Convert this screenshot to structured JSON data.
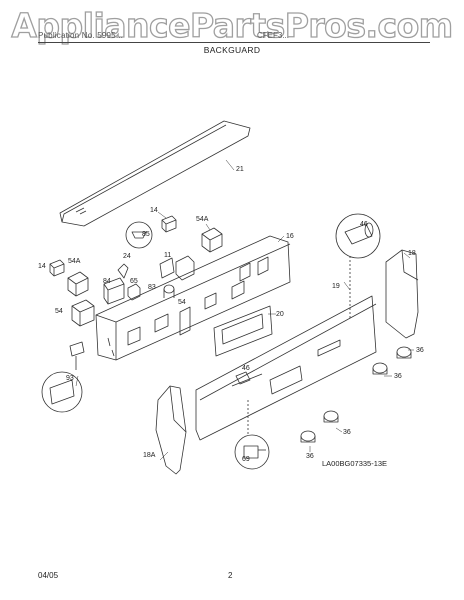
{
  "watermark": "AppliancePartsPros.com",
  "header": {
    "left": "Publication No. 5995...",
    "right": "CFEF3...",
    "section": "BACKGUARD"
  },
  "footer": {
    "date": "04/05",
    "page": "2"
  },
  "diagram_code": "LA00BG07335-13E",
  "callouts": {
    "c21": "21",
    "c14a": "14",
    "c54a_a": "54A",
    "c85": "85",
    "c16": "16",
    "c46a": "46",
    "c18": "18",
    "c14b": "14",
    "c54a_b": "54A",
    "c24": "24",
    "c11": "11",
    "c84": "84",
    "c65": "65",
    "c83": "83",
    "c54b": "54",
    "c54c": "54",
    "c19": "19",
    "c20": "20",
    "c46b": "46",
    "c93": "93",
    "c36a": "36",
    "c36b": "36",
    "c36c": "36",
    "c36d": "36",
    "c18a": "18A",
    "c69": "69"
  }
}
